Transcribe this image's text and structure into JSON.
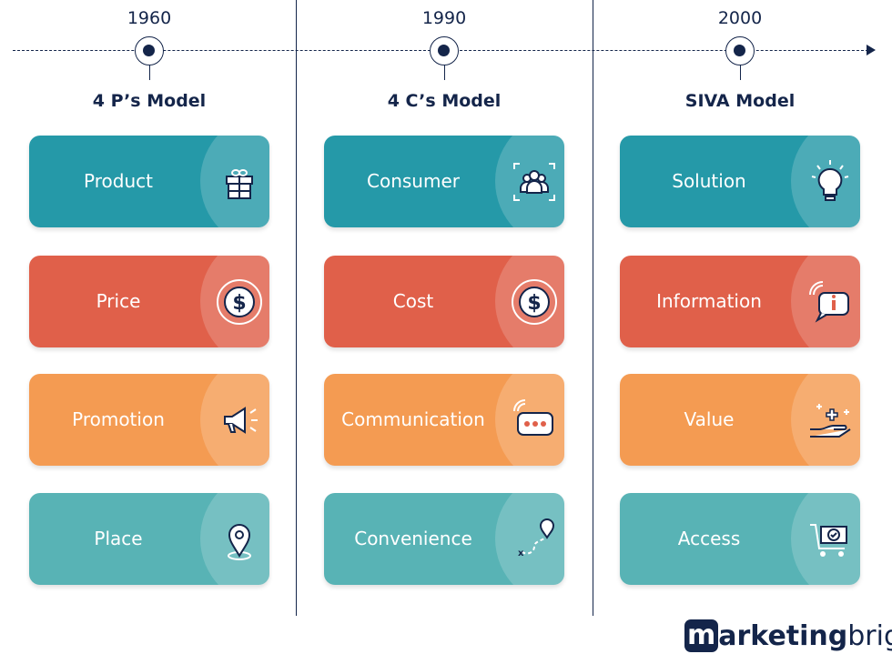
{
  "colors": {
    "navy": "#14254a",
    "teal": "#2599a8",
    "red": "#e0604a",
    "orange": "#f49b52",
    "light_teal": "#58b3b5"
  },
  "columns": [
    {
      "year": "1960",
      "title": "4 P’s Model",
      "cards": [
        {
          "label": "Product",
          "icon": "gift-icon",
          "color": "teal"
        },
        {
          "label": "Price",
          "icon": "dollar-coin-icon",
          "color": "red"
        },
        {
          "label": "Promotion",
          "icon": "megaphone-icon",
          "color": "orange"
        },
        {
          "label": "Place",
          "icon": "location-pin-icon",
          "color": "light_teal"
        }
      ]
    },
    {
      "year": "1990",
      "title": "4 C’s Model",
      "cards": [
        {
          "label": "Consumer",
          "icon": "group-icon",
          "color": "teal"
        },
        {
          "label": "Cost",
          "icon": "dollar-coin-icon",
          "color": "red"
        },
        {
          "label": "Communication",
          "icon": "chat-bubble-icon",
          "color": "orange"
        },
        {
          "label": "Convenience",
          "icon": "route-icon",
          "color": "light_teal"
        }
      ]
    },
    {
      "year": "2000",
      "title": "SIVA Model",
      "cards": [
        {
          "label": "Solution",
          "icon": "lightbulb-icon",
          "color": "teal"
        },
        {
          "label": "Information",
          "icon": "info-icon",
          "color": "red"
        },
        {
          "label": "Value",
          "icon": "hand-plus-icon",
          "color": "orange"
        },
        {
          "label": "Access",
          "icon": "cart-icon",
          "color": "light_teal"
        }
      ]
    }
  ],
  "logo": {
    "text": "marketingbright"
  }
}
